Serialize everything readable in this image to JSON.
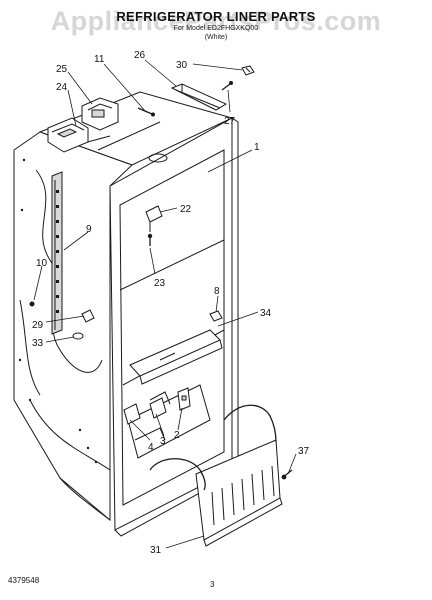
{
  "document": {
    "title": "REFRIGERATOR LINER PARTS",
    "model_line": "For Model ED2FHGXKQ00",
    "color_line": "(White)",
    "watermark": "AppliancePartsPros.com",
    "footer_code": "4379548",
    "page_number": "3"
  },
  "part_labels": [
    {
      "id": "p30",
      "text": "30"
    },
    {
      "id": "p26",
      "text": "26"
    },
    {
      "id": "p11",
      "text": "11"
    },
    {
      "id": "p25",
      "text": "25"
    },
    {
      "id": "p24",
      "text": "24"
    },
    {
      "id": "p27",
      "text": "27"
    },
    {
      "id": "p1",
      "text": "1"
    },
    {
      "id": "p22",
      "text": "22"
    },
    {
      "id": "p9",
      "text": "9"
    },
    {
      "id": "p10",
      "text": "10"
    },
    {
      "id": "p23",
      "text": "23"
    },
    {
      "id": "p8",
      "text": "8"
    },
    {
      "id": "p34",
      "text": "34"
    },
    {
      "id": "p29",
      "text": "29"
    },
    {
      "id": "p33",
      "text": "33"
    },
    {
      "id": "p4",
      "text": "4"
    },
    {
      "id": "p3",
      "text": "3"
    },
    {
      "id": "p2",
      "text": "2"
    },
    {
      "id": "p37",
      "text": "37"
    },
    {
      "id": "p31",
      "text": "31"
    }
  ]
}
